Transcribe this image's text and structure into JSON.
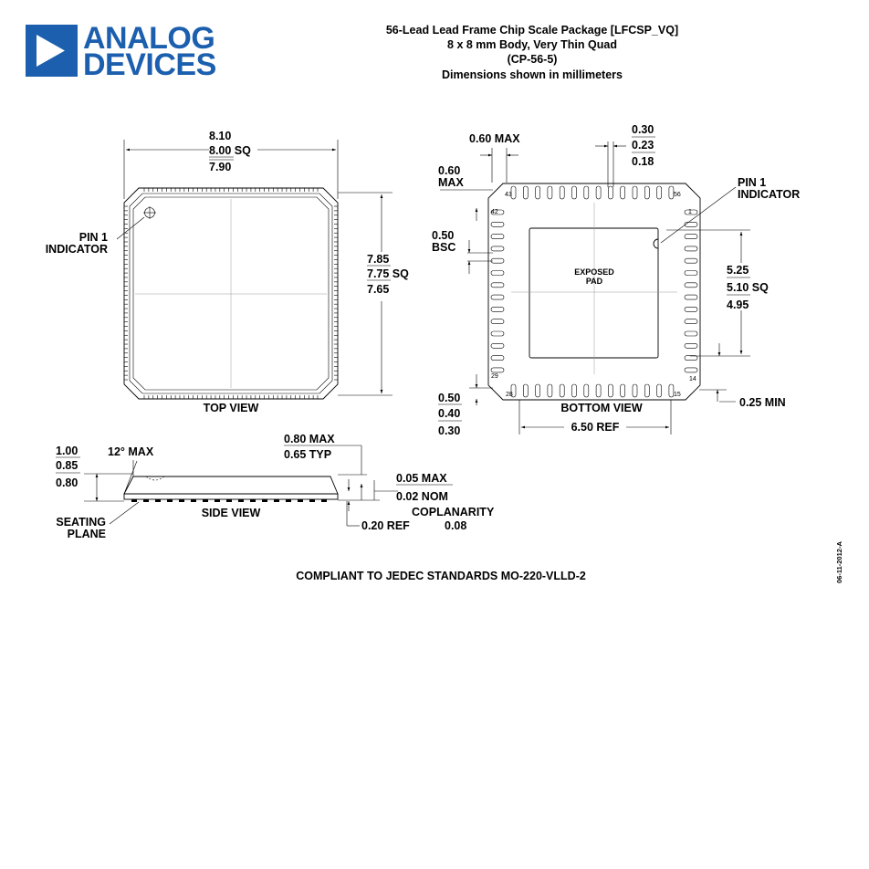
{
  "brand": {
    "line1": "ANALOG",
    "line2": "DEVICES",
    "color": "#1b5fae",
    "icon": "analog-devices-triangle-logo"
  },
  "header": {
    "line1": "56-Lead Lead Frame Chip Scale Package [LFCSP_VQ]",
    "line2": "8 x 8 mm Body, Very Thin Quad",
    "line3": "(CP-56-5)",
    "line4": "Dimensions shown in millimeters"
  },
  "top_view": {
    "label": "TOP VIEW",
    "width_max": "8.10",
    "width_nom": "8.00 SQ",
    "width_min": "7.90",
    "height_max": "7.85",
    "height_nom": "7.75 SQ",
    "height_min": "7.65",
    "pin1_line1": "PIN 1",
    "pin1_line2": "INDICATOR"
  },
  "bottom_view": {
    "label": "BOTTOM VIEW",
    "pad_line1": "EXPOSED",
    "pad_line2": "PAD",
    "pin1_line1": "PIN 1",
    "pin1_line2": "INDICATOR",
    "pins": {
      "p1": "1",
      "p14": "14",
      "p15": "15",
      "p28": "28",
      "p29": "29",
      "p42": "42",
      "p43": "43",
      "p56": "56"
    },
    "max_060": "0.60 MAX",
    "corner_max_line1": "0.60",
    "corner_max_line2": "MAX",
    "lead_w_max": "0.30",
    "lead_w_nom": "0.23",
    "lead_w_min": "0.18",
    "pitch_line1": "0.50",
    "pitch_line2": "BSC",
    "pad_max": "5.25",
    "pad_nom": "5.10 SQ",
    "pad_min": "4.95",
    "lead_len_max": "0.50",
    "lead_len_nom": "0.40",
    "lead_len_min": "0.30",
    "ref": "6.50 REF",
    "min": "0.25 MIN"
  },
  "side_view": {
    "label": "SIDE VIEW",
    "h_max": "1.00",
    "h_nom": "0.85",
    "h_min": "0.80",
    "angle": "12° MAX",
    "body_max": "0.80 MAX",
    "body_typ": "0.65 TYP",
    "standoff_max": "0.05 MAX",
    "standoff_nom": "0.02 NOM",
    "coplanarity_label": "COPLANARITY",
    "coplanarity_value": "0.08",
    "ref": "0.20 REF",
    "seating_line1": "SEATING",
    "seating_line2": "PLANE"
  },
  "footer": {
    "compliance": "COMPLIANT TO JEDEC STANDARDS MO-220-VLLD-2",
    "date_code": "06-11-2012-A"
  }
}
